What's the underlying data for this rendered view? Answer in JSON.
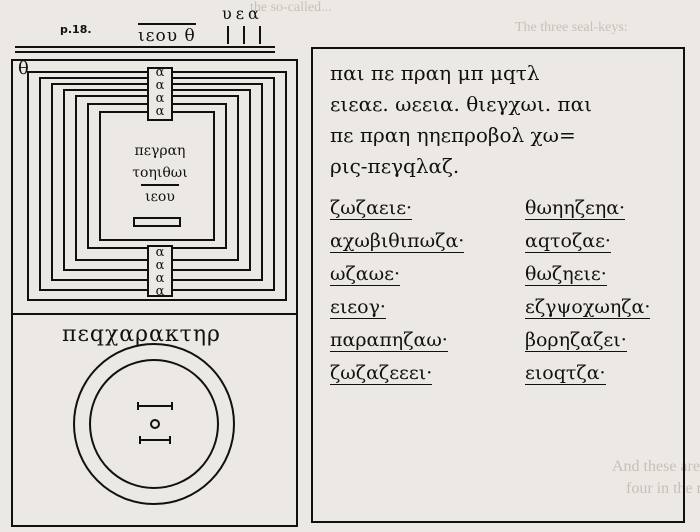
{
  "background_text": {
    "top": "the so-called...",
    "left_column_1": "The three seal-keys:",
    "bottom_1": "And these are the",
    "bottom_2": "four in the name"
  },
  "header": {
    "page": "p.18.",
    "name": "ιεου θ",
    "letters": "υεα"
  },
  "seal": {
    "corner_glyph": "θ",
    "name_lines": [
      "πεγραη",
      "τοηιθωι",
      "ιεου"
    ],
    "alpha_marks": [
      "α",
      "α",
      "α",
      "α"
    ]
  },
  "charakter": {
    "title": "πεqχαρακτηρ"
  },
  "text": {
    "lines": [
      "παι πε πραη μπ μqτλ",
      "ειεαε. ωεεια. θιεγχωι. παι",
      "πε πραη ηηεπροβολ χω=",
      "ρις-πεγqλαζ."
    ],
    "words_left": [
      "ζωζαειε·",
      "αχωβιθιπωζα·",
      "ωζαωε·",
      "ειεογ·",
      "παραπηζαω·",
      "ζωζαζεεει·"
    ],
    "words_right": [
      "θωηηζεηα·",
      "αqτοζαε·",
      "θωζηειε·",
      "εζγψοχωηζα·",
      "βορηζαζει·",
      "ειοqτζα·"
    ]
  },
  "colors": {
    "ink": "#111111",
    "paper": "#ece8e3",
    "ghost": "#b9b3ad"
  }
}
